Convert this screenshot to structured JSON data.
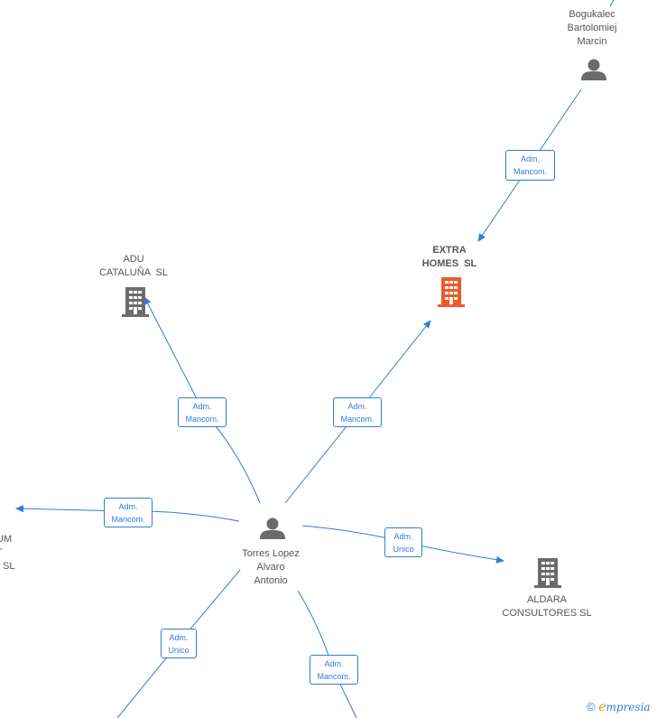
{
  "colors": {
    "edge": "#2f7dd6",
    "person": "#6b6b6b",
    "company": "#6b6b6b",
    "focus_company": "#f05a28"
  },
  "nodes": {
    "bogukalec": {
      "lines": [
        "Bogukalec",
        "Bartolomiej",
        "Marcin"
      ],
      "icon": "person-icon"
    },
    "extra_homes": {
      "lines": [
        "EXTRA",
        "HOMES  SL"
      ],
      "icon": "building-icon"
    },
    "adu": {
      "lines": [
        "ADU",
        "CATALUÑA  SL"
      ],
      "icon": "building-icon"
    },
    "torres": {
      "lines": [
        "Torres Lopez",
        "Alvaro",
        "Antonio"
      ],
      "icon": "person-icon"
    },
    "aldara": {
      "lines": [
        "ALDARA",
        "CONSULTORES SL"
      ],
      "icon": "building-icon"
    },
    "left_partial": {
      "lines": [
        ",",
        "UM",
        "T",
        "SL"
      ]
    }
  },
  "edges": {
    "e1": {
      "line1": "Adm.",
      "line2": "Mancom."
    },
    "e2": {
      "line1": "Adm.",
      "line2": "Mancom."
    },
    "e3": {
      "line1": "Adm.",
      "line2": "Mancom."
    },
    "e4": {
      "line1": "Adm.",
      "line2": "Mancom."
    },
    "e5": {
      "line1": "Adm.",
      "line2": "Unico"
    },
    "e6": {
      "line1": "Adm.",
      "line2": "Unico"
    },
    "e7": {
      "line1": "Adm.",
      "line2": "Mancom."
    }
  },
  "footer": {
    "copyright": "©",
    "brand_initial": "e",
    "brand_rest": "mpresia"
  }
}
